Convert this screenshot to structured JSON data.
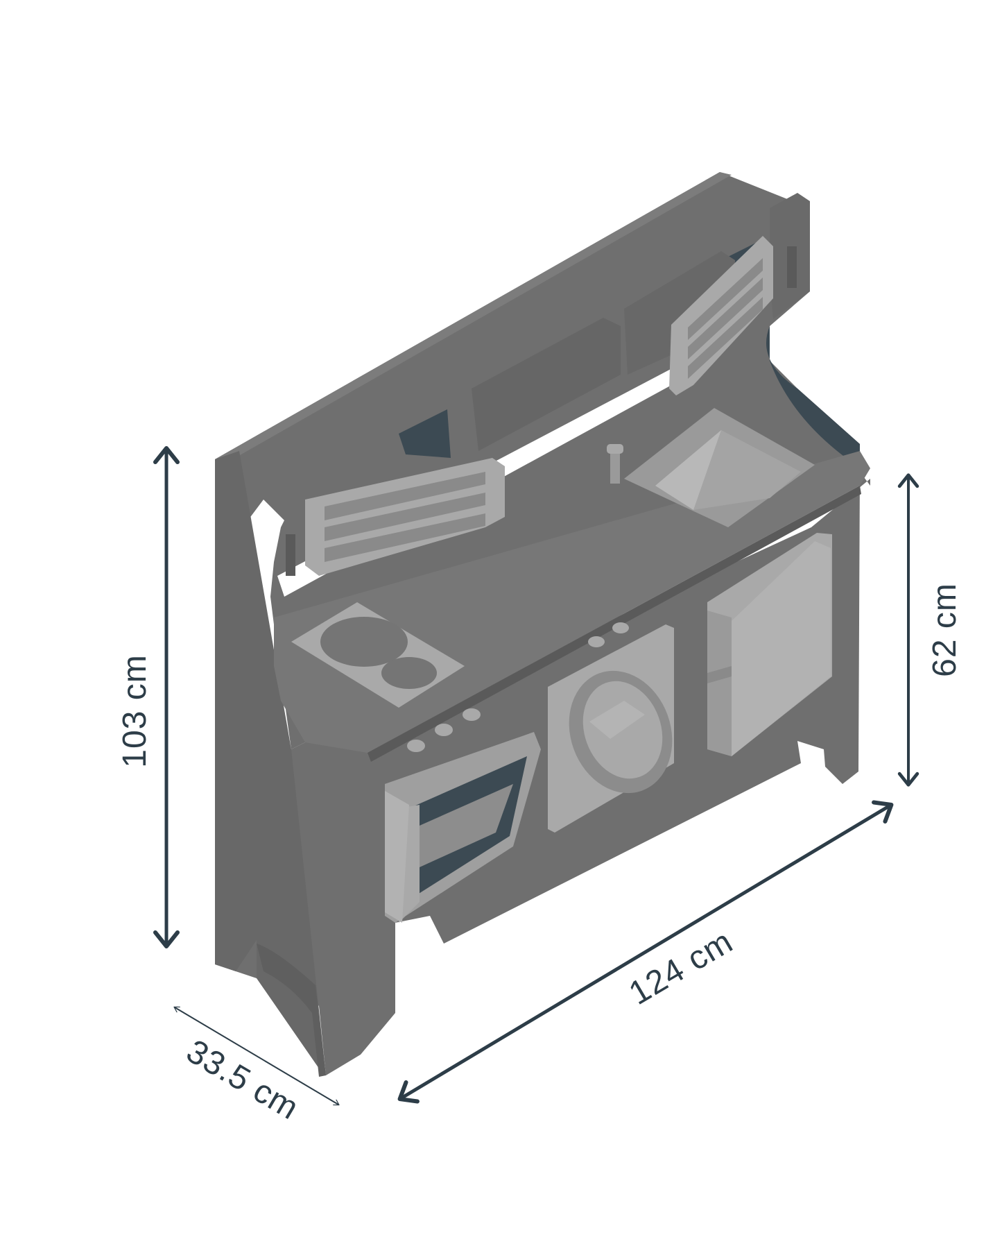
{
  "dimensions": {
    "height_total": "103 cm",
    "height_counter": "62 cm",
    "width": "124 cm",
    "depth": "33.5 cm"
  },
  "colors": {
    "background": "#ffffff",
    "body": "#6f6f6f",
    "body_dark": "#4f4f4f",
    "panel_light": "#a9a9a9",
    "panel_lighter": "#b8b8b8",
    "shadow": "#3c4a53",
    "arrow": "#2d3d48"
  }
}
